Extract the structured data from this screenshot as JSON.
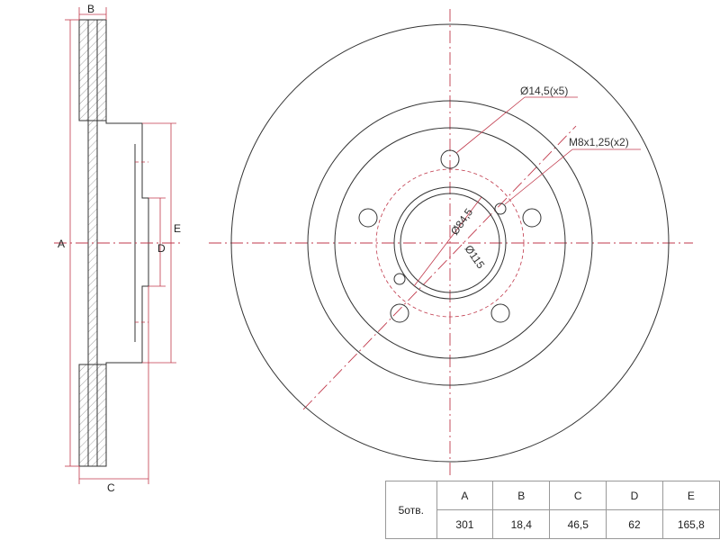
{
  "labels": {
    "a": "A",
    "b": "B",
    "c": "C",
    "d": "D",
    "e": "E",
    "bolt_holes": "Ø14,5(x5)",
    "thread": "M8x1,25(x2)",
    "center_bore": "Ø84,5",
    "pcd": "Ø115"
  },
  "table": {
    "row_label": "5отв.",
    "headers": [
      "A",
      "B",
      "C",
      "D",
      "E"
    ],
    "values": [
      "301",
      "18,4",
      "46,5",
      "62",
      "165,8"
    ]
  }
}
